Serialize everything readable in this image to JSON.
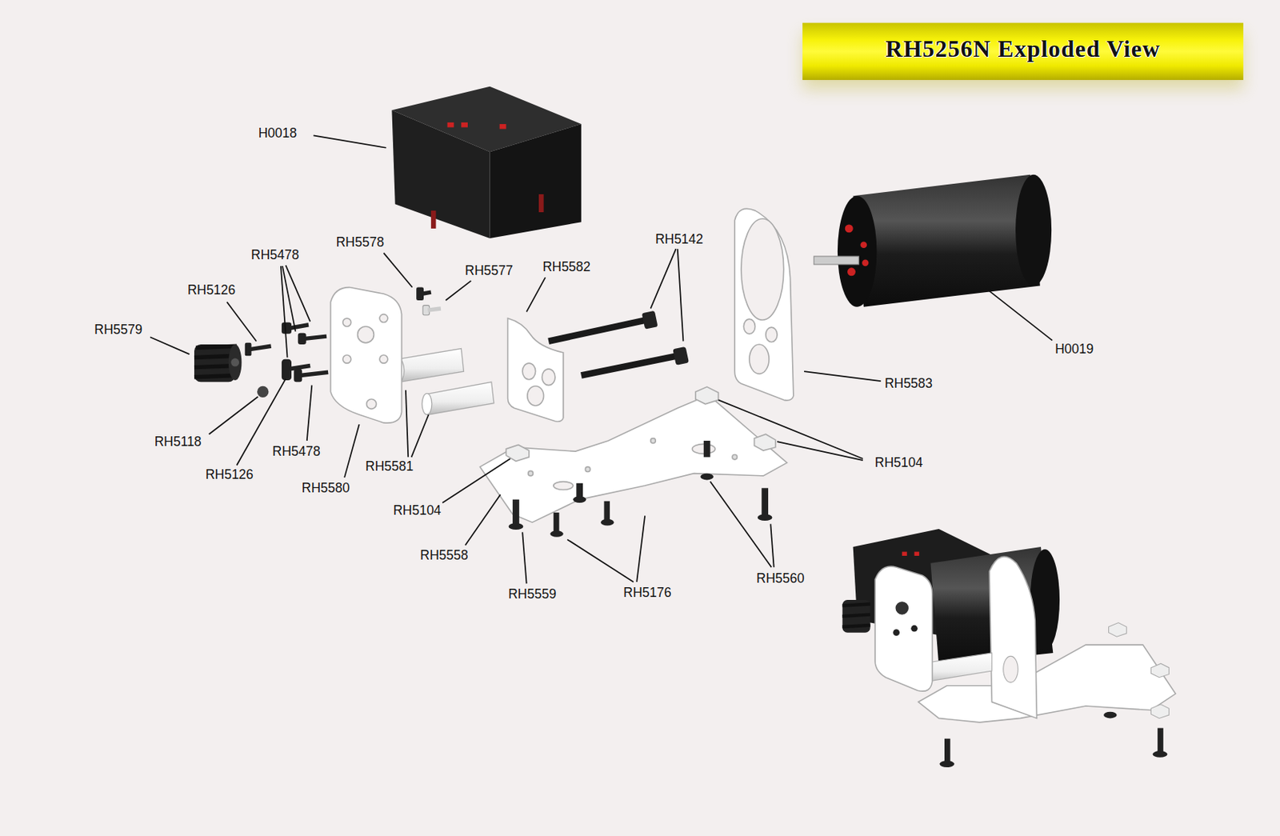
{
  "diagram": {
    "title": "RH5256N Exploded View",
    "labels": [
      "H0018",
      "RH5478",
      "RH5578",
      "RH5577",
      "RH5582",
      "RH5142",
      "RH5126",
      "RH5579",
      "H0019",
      "RH5583",
      "RH5118",
      "RH5478",
      "RH5581",
      "RH5126",
      "RH5580",
      "RH5104",
      "RH5104",
      "RH5558",
      "RH5559",
      "RH5176",
      "RH5560"
    ]
  }
}
